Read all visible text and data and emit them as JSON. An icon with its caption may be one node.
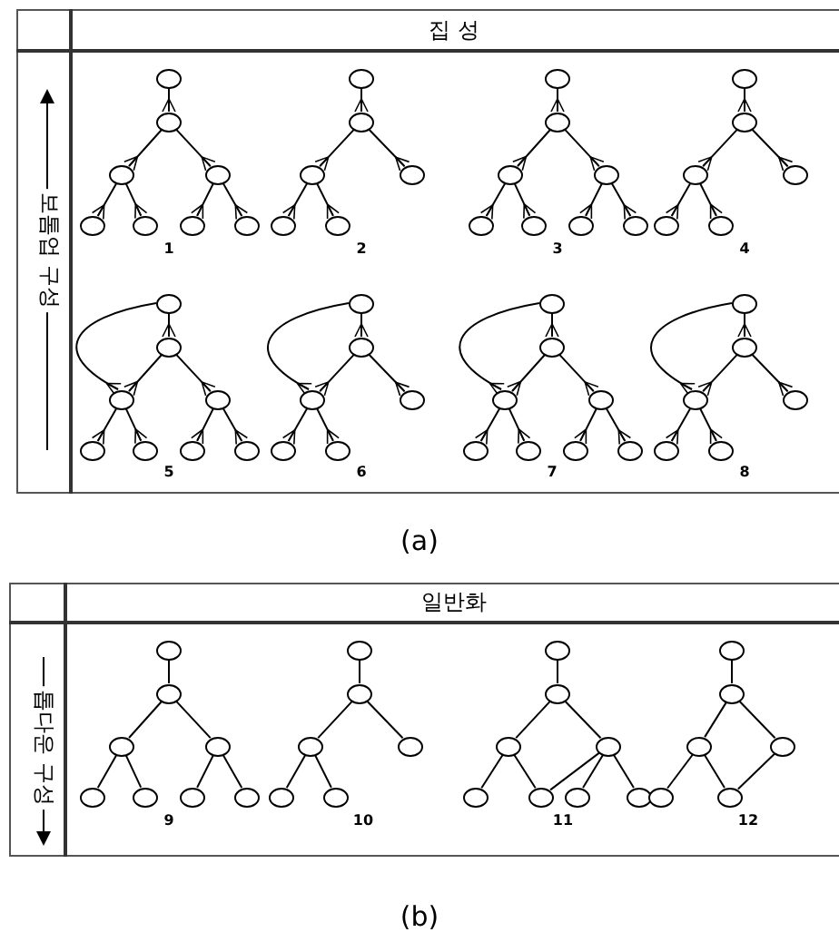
{
  "diagram": {
    "nodes": [
      {
        "text": [],
        "shape": "circle"
      },
      {
        "text": [],
        "shape": "circle"
      },
      {
        "text": [],
        "shape": "circle"
      },
      {
        "text": [],
        "shape": "circle"
      },
      {
        "text": [],
        "shape": "circle"
      },
      {
        "text": [],
        "shape": "circle"
      },
      {
        "text": [],
        "shape": "circle"
      },
      {
        "text": [],
        "shape": "circle"
      },
      {
        "text": [],
        "shape": "circle"
      },
      {
        "text": [],
        "shape": "circle"
      },
      {
        "text": [],
        "shape": "circle"
      },
      {
        "text": [],
        "shape": "circle"
      },
      {
        "text": [],
        "shape": "circle"
      },
      {
        "text": [],
        "shape": "circle"
      },
      {
        "text": [],
        "shape": "circle"
      },
      {
        "text": [],
        "shape": "circle"
      },
      {
        "text": [],
        "shape": "circle"
      },
      {
        "text": [],
        "shape": "circle"
      },
      {
        "text": [],
        "shape": "circle"
      },
      {
        "text": [],
        "shape": "circle"
      },
      {
        "text": [],
        "shape": "circle"
      },
      {
        "text": [],
        "shape": "circle"
      },
      {
        "text": [],
        "shape": "circle"
      },
      {
        "text": [],
        "shape": "circle"
      },
      {
        "text": [],
        "shape": "circle"
      },
      {
        "text": [],
        "shape": "circle"
      },
      {
        "text": [],
        "shape": "circle"
      },
      {
        "text": [],
        "shape": "circle"
      },
      {
        "text": [],
        "shape": "circle"
      },
      {
        "text": [],
        "shape": "circle"
      },
      {
        "text": [],
        "shape": "circle"
      },
      {
        "text": [],
        "shape": "circle"
      },
      {
        "text": [],
        "shape": "circle"
      },
      {
        "text": [],
        "shape": "circle"
      },
      {
        "text": [],
        "shape": "circle"
      },
      {
        "text": [],
        "shape": "circle"
      },
      {
        "text": [],
        "shape": "circle"
      },
      {
        "text": [],
        "shape": "circle"
      },
      {
        "text": [],
        "shape": "circle"
      },
      {
        "text": [],
        "shape": "circle"
      },
      {
        "text": [],
        "shape": "circle"
      },
      {
        "text": [],
        "shape": "circle"
      },
      {
        "text": [],
        "shape": "circle"
      },
      {
        "text": [],
        "shape": "circle"
      },
      {
        "text": [],
        "shape": "circle"
      },
      {
        "text": [],
        "shape": "circle"
      },
      {
        "text": [],
        "shape": "circle"
      },
      {
        "text": [],
        "shape": "circle"
      },
      {
        "text": [],
        "shape": "circle"
      },
      {
        "text": [],
        "shape": "circle"
      },
      {
        "text": [],
        "shape": "circle"
      },
      {
        "text": [],
        "shape": "circle"
      },
      {
        "text": [],
        "shape": "circle"
      },
      {
        "text": [],
        "shape": "circle"
      },
      {
        "text": [],
        "shape": "circle"
      },
      {
        "text": [],
        "shape": "circle"
      },
      {
        "text": [],
        "shape": "circle"
      },
      {
        "text": [],
        "shape": "circle"
      },
      {
        "text": [],
        "shape": "circle"
      },
      {
        "text": [],
        "shape": "circle"
      },
      {
        "text": [],
        "shape": "circle"
      },
      {
        "text": [],
        "shape": "circle"
      },
      {
        "text": [],
        "shape": "circle"
      },
      {
        "text": [],
        "shape": "circle"
      },
      {
        "text": [],
        "shape": "circle"
      },
      {
        "text": [],
        "shape": "circle"
      },
      {
        "text": [],
        "shape": "circle"
      },
      {
        "text": [],
        "shape": "circle"
      },
      {
        "text": [],
        "shape": "circle"
      },
      {
        "text": [],
        "shape": "circle"
      },
      {
        "text": [],
        "shape": "circle"
      },
      {
        "text": [],
        "shape": "circle"
      },
      {
        "text": [],
        "shape": "circle"
      },
      {
        "text": [],
        "shape": "circle"
      },
      {
        "text": [],
        "shape": "circle"
      },
      {
        "text": [],
        "shape": "circle"
      },
      {
        "text": [],
        "shape": "circle"
      },
      {
        "text": [],
        "shape": "circle"
      },
      {
        "text": [],
        "shape": "circle"
      },
      {
        "text": [],
        "shape": "circle"
      },
      {
        "text": [],
        "shape": "circle"
      },
      {
        "text": [],
        "shape": "circle"
      },
      {
        "text": [],
        "shape": "circle"
      },
      {
        "text": [],
        "shape": "circle"
      }
    ],
    "edges": [
      {
        "from": 0,
        "to": 1,
        "arrow": "other"
      },
      {
        "from": 1,
        "to": 2,
        "arrow": "other"
      },
      {
        "from": 1,
        "to": 3,
        "arrow": "other"
      },
      {
        "from": 2,
        "to": 4,
        "arrow": "other"
      },
      {
        "from": 2,
        "to": 5,
        "arrow": "other"
      },
      {
        "from": 3,
        "to": 6,
        "arrow": "other"
      },
      {
        "from": 3,
        "to": 7,
        "arrow": "other"
      },
      {
        "from": 8,
        "to": 9,
        "arrow": "other"
      },
      {
        "from": 9,
        "to": 10,
        "arrow": "other"
      },
      {
        "from": 9,
        "to": 11,
        "arrow": "other"
      },
      {
        "from": 10,
        "to": 12,
        "arrow": "other"
      },
      {
        "from": 10,
        "to": 13,
        "arrow": "other"
      },
      {
        "from": 14,
        "to": 15,
        "arrow": "other"
      },
      {
        "from": 15,
        "to": 16,
        "arrow": "other"
      },
      {
        "from": 15,
        "to": 17,
        "arrow": "other"
      },
      {
        "from": 16,
        "to": 18,
        "arrow": "other"
      },
      {
        "from": 16,
        "to": 19,
        "arrow": "other"
      },
      {
        "from": 17,
        "to": 20,
        "arrow": "other"
      },
      {
        "from": 17,
        "to": 21,
        "arrow": "other"
      },
      {
        "from": 22,
        "to": 23,
        "arrow": "other"
      },
      {
        "from": 23,
        "to": 24,
        "arrow": "other"
      },
      {
        "from": 23,
        "to": 25,
        "arrow": "other"
      },
      {
        "from": 24,
        "to": 26,
        "arrow": "other"
      },
      {
        "from": 24,
        "to": 27,
        "arrow": "other"
      },
      {
        "from": 28,
        "to": 29,
        "arrow": "other"
      },
      {
        "from": 29,
        "to": 30,
        "arrow": "other"
      },
      {
        "from": 29,
        "to": 31,
        "arrow": "other"
      },
      {
        "from": 30,
        "to": 32,
        "arrow": "other"
      },
      {
        "from": 30,
        "to": 33,
        "arrow": "other"
      },
      {
        "from": 31,
        "to": 34,
        "arrow": "other"
      },
      {
        "from": 31,
        "to": 35,
        "arrow": "other"
      },
      {
        "from": 28,
        "to": 30,
        "arrow": "other"
      },
      {
        "from": 36,
        "to": 37,
        "arrow": "other"
      },
      {
        "from": 37,
        "to": 38,
        "arrow": "other"
      },
      {
        "from": 37,
        "to": 39,
        "arrow": "other"
      },
      {
        "from": 38,
        "to": 40,
        "arrow": "other"
      },
      {
        "from": 38,
        "to": 41,
        "arrow": "other"
      },
      {
        "from": 36,
        "to": 38,
        "arrow": "other"
      },
      {
        "from": 42,
        "to": 43,
        "arrow": "other"
      },
      {
        "from": 43,
        "to": 44,
        "arrow": "other"
      },
      {
        "from": 43,
        "to": 45,
        "arrow": "other"
      },
      {
        "from": 44,
        "to": 46,
        "arrow": "other"
      },
      {
        "from": 44,
        "to": 47,
        "arrow": "other"
      },
      {
        "from": 45,
        "to": 48,
        "arrow": "other"
      },
      {
        "from": 45,
        "to": 49,
        "arrow": "other"
      },
      {
        "from": 42,
        "to": 44,
        "arrow": "other"
      },
      {
        "from": 50,
        "to": 51,
        "arrow": "other"
      },
      {
        "from": 51,
        "to": 52,
        "arrow": "other"
      },
      {
        "from": 51,
        "to": 53,
        "arrow": "other"
      },
      {
        "from": 52,
        "to": 54,
        "arrow": "other"
      },
      {
        "from": 52,
        "to": 55,
        "arrow": "other"
      },
      {
        "from": 50,
        "to": 52,
        "arrow": "other"
      },
      {
        "from": 56,
        "to": 57,
        "arrow": "none"
      },
      {
        "from": 57,
        "to": 58,
        "arrow": "none"
      },
      {
        "from": 57,
        "to": 59,
        "arrow": "none"
      },
      {
        "from": 58,
        "to": 60,
        "arrow": "none"
      },
      {
        "from": 58,
        "to": 61,
        "arrow": "none"
      },
      {
        "from": 59,
        "to": 62,
        "arrow": "none"
      },
      {
        "from": 59,
        "to": 63,
        "arrow": "none"
      },
      {
        "from": 64,
        "to": 65,
        "arrow": "none"
      },
      {
        "from": 65,
        "to": 66,
        "arrow": "none"
      },
      {
        "from": 65,
        "to": 67,
        "arrow": "none"
      },
      {
        "from": 66,
        "to": 68,
        "arrow": "none"
      },
      {
        "from": 66,
        "to": 69,
        "arrow": "none"
      },
      {
        "from": 70,
        "to": 71,
        "arrow": "none"
      },
      {
        "from": 71,
        "to": 72,
        "arrow": "none"
      },
      {
        "from": 71,
        "to": 73,
        "arrow": "none"
      },
      {
        "from": 72,
        "to": 74,
        "arrow": "none"
      },
      {
        "from": 72,
        "to": 75,
        "arrow": "none"
      },
      {
        "from": 73,
        "to": 75,
        "arrow": "none"
      },
      {
        "from": 73,
        "to": 76,
        "arrow": "none"
      },
      {
        "from": 73,
        "to": 77,
        "arrow": "none"
      },
      {
        "from": 78,
        "to": 79,
        "arrow": "none"
      },
      {
        "from": 79,
        "to": 80,
        "arrow": "none"
      },
      {
        "from": 79,
        "to": 81,
        "arrow": "none"
      },
      {
        "from": 80,
        "to": 82,
        "arrow": "none"
      },
      {
        "from": 80,
        "to": 83,
        "arrow": "none"
      },
      {
        "from": 81,
        "to": 83,
        "arrow": "none"
      }
    ],
    "labels": [
      "집 성",
      "보톰업 구성",
      "1",
      "2",
      "3",
      "4",
      "5",
      "6",
      "7",
      "8",
      "(a)",
      "일반화",
      "톱다운 구성",
      "9",
      "10",
      "11",
      "12",
      "(b)"
    ]
  }
}
